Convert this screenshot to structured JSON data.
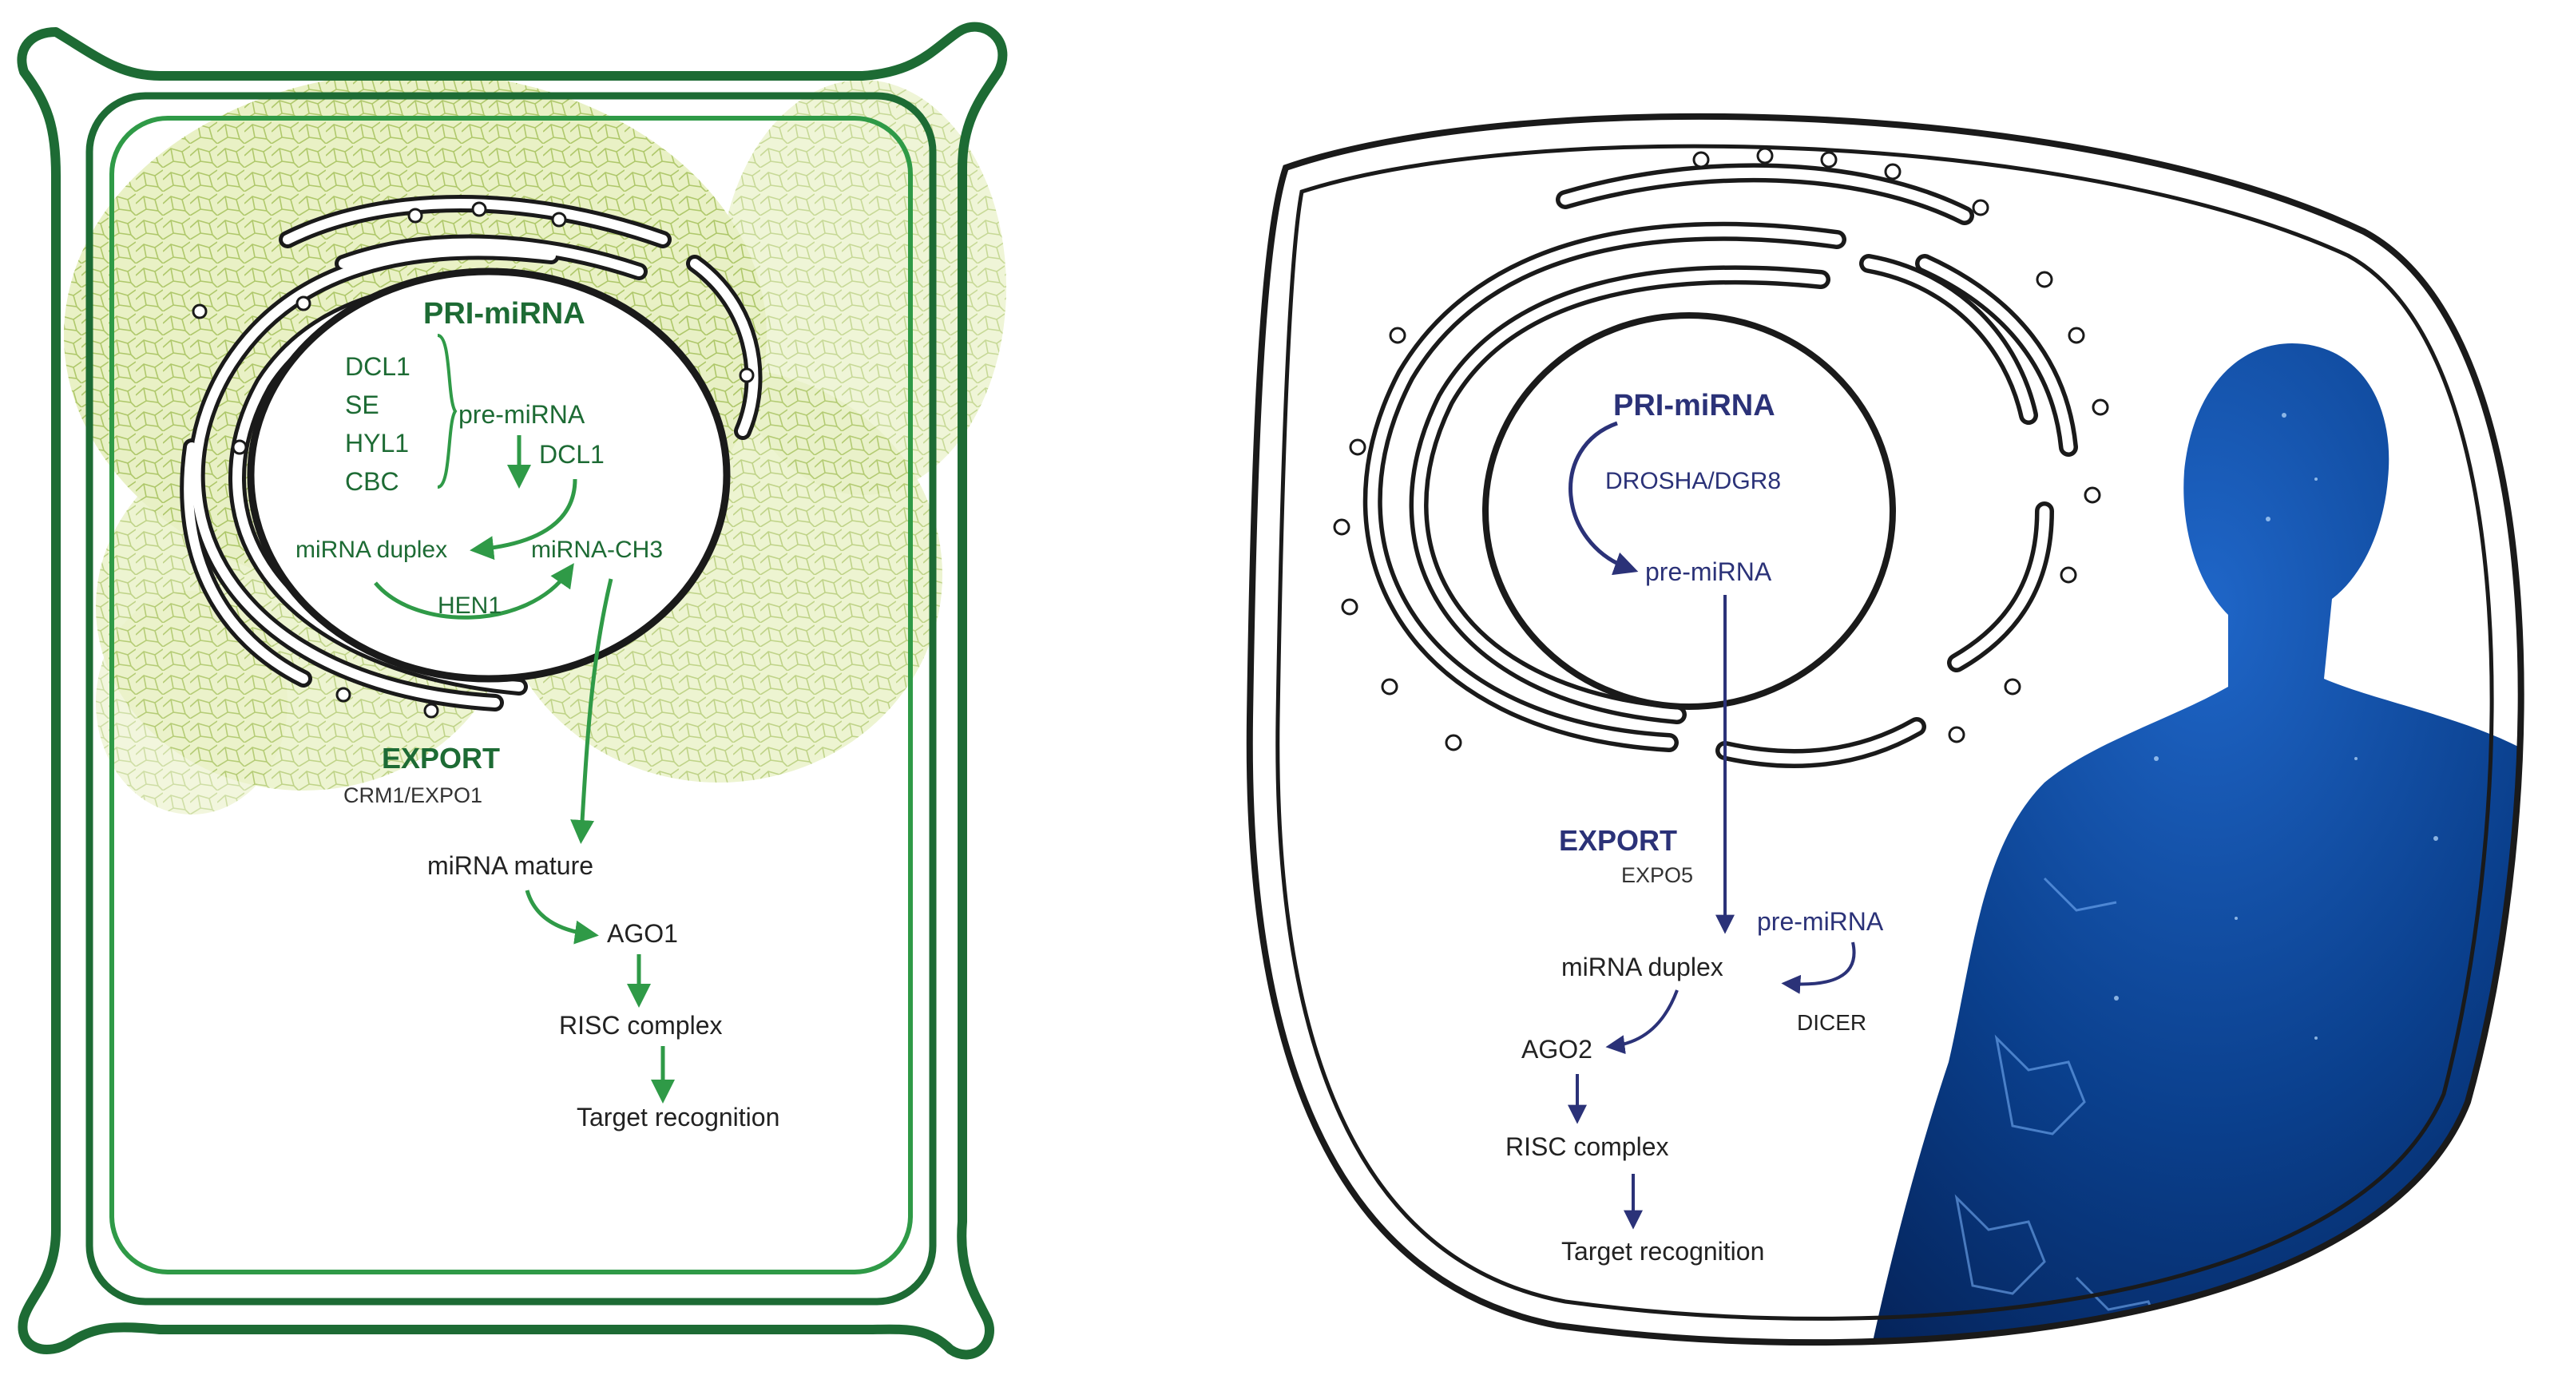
{
  "plant_cell": {
    "color_dark": "#1d6b34",
    "color_mid": "#2f9a47",
    "color_leaf": "#c7dc7a",
    "pri_title": "PRI-miRNA",
    "factors": [
      "DCL1",
      "SE",
      "HYL1",
      "CBC"
    ],
    "pre_mirna": "pre-miRNA",
    "dcl1": "DCL1",
    "mirna_duplex": "miRNA duplex",
    "mirna_ch3": "miRNA-CH3",
    "hen1": "HEN1",
    "export_title": "EXPORT",
    "export_sub": "CRM1/EXPO1",
    "mirna_mature": "miRNA mature",
    "ago": "AGO1",
    "risc": "RISC complex",
    "target": "Target recognition"
  },
  "animal_cell": {
    "color_text": "#2b3278",
    "color_silhouette": "#0b3f8f",
    "pri_title": "PRI-miRNA",
    "drosha": "DROSHA/DGR8",
    "pre_mirna_nucleus": "pre-miRNA",
    "export_title": "EXPORT",
    "export_sub": "EXPO5",
    "pre_mirna_cyto": "pre-miRNA",
    "mirna_duplex": "miRNA duplex",
    "dicer": "DICER",
    "ago": "AGO2",
    "risc": "RISC complex",
    "target": "Target recognition"
  }
}
